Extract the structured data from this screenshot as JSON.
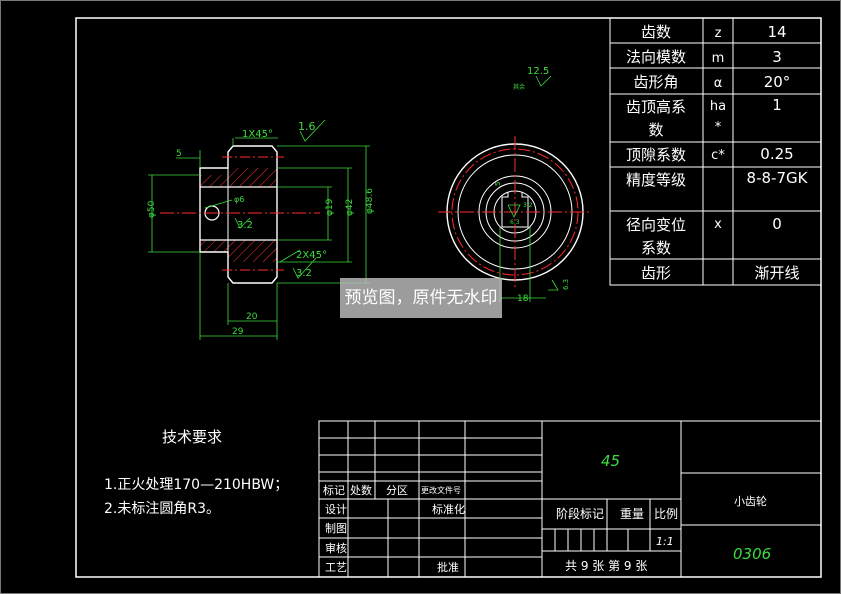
{
  "spec_table": [
    {
      "name": "齿数",
      "symbol": "z",
      "value": "14"
    },
    {
      "name": "法向模数",
      "symbol": "m",
      "value": "3"
    },
    {
      "name": "齿形角",
      "symbol": "α",
      "value": "20°"
    },
    {
      "name": "齿顶高系数",
      "symbol": "ha*",
      "value": "1"
    },
    {
      "name": "顶隙系数",
      "symbol": "c*",
      "value": "0.25"
    },
    {
      "name": "精度等级",
      "symbol": "",
      "value": "8-8-7GK"
    },
    {
      "name": "径向变位系数",
      "symbol": "x",
      "value": "0"
    },
    {
      "name": "齿形",
      "symbol": "",
      "value": "渐开线"
    }
  ],
  "dimensions": {
    "chamfer_top": "1X45°",
    "roughness_top": "1.6",
    "roughness_corner": "12.5",
    "roughness_corner_note": "其余",
    "width_5": "5",
    "dia_50": "φ50",
    "hole_6": "φ6",
    "roughness_bore": "3.2",
    "dia_19": "φ19",
    "dia_42": "φ42",
    "dia_48_6": "φ48.6",
    "chamfer_bottom": "2X45°",
    "roughness_bottom": "3.2",
    "width_20": "20",
    "width_29": "29",
    "keyway_18": "18",
    "keyway_tol": "6.3",
    "small_5": "5",
    "small_3_2": "3.2",
    "small_6_3": "6.3"
  },
  "watermark": "预览图，原件无水印",
  "tech_requirements": {
    "title": "技术要求",
    "items": [
      "1.正火处理170—210HBW；",
      "2.未标注圆角R3。"
    ]
  },
  "title_block": {
    "material": "45",
    "part_name": "小齿轮",
    "drawing_no": "0306",
    "labels": {
      "mark": "标记",
      "count": "处数",
      "zone": "分区",
      "change_doc": "更改文件号",
      "design": "设计",
      "standardize": "标准化",
      "draw": "制图",
      "review": "审核",
      "process": "工艺",
      "approve": "批准",
      "stage_mark": "阶段标记",
      "weight": "重量",
      "scale": "比例"
    },
    "scale_value": "1:1",
    "sheets": "共 9 张  第 9 张"
  },
  "colors": {
    "line": "#ffffff",
    "center": "#ff2a2a",
    "dimension": "#3ddc3d",
    "hatch": "#ff3030",
    "bg": "#000000"
  }
}
